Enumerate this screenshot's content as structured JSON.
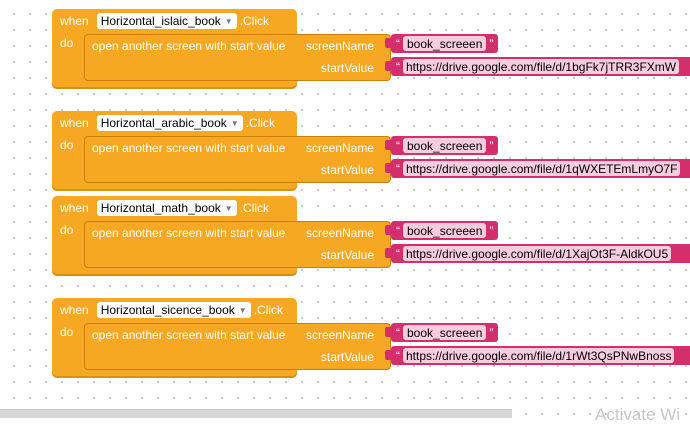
{
  "colors": {
    "event": "#f7a823",
    "text_block": "#d42e6d",
    "text_field": "#f6cddd",
    "workspace": "#ffffff"
  },
  "labels": {
    "when": "when",
    "do": "do",
    "click": ".Click",
    "call": "open another screen with start value",
    "screen_name": "screenName",
    "start_value": "startValue",
    "quote_open": "“",
    "quote_close": "”"
  },
  "blocks": [
    {
      "component": "Horizontal_islaic_book",
      "screen": "book_screeen",
      "url": "https://drive.google.com/file/d/1bgFk7jTRR3FXmW"
    },
    {
      "component": "Horizontal_arabic_book",
      "screen": "book_screeen",
      "url": "https://drive.google.com/file/d/1qWXETEmLmyO7F"
    },
    {
      "component": "Horizontal_math_book",
      "screen": "book_screeen",
      "url": "https://drive.google.com/file/d/1XajOt3F-AldkOU5"
    },
    {
      "component": "Horizontal_sicence_book",
      "screen": "book_screeen",
      "url": "https://drive.google.com/file/d/1rWt3QsPNwBnoss"
    }
  ],
  "watermark": "Activate Wi"
}
